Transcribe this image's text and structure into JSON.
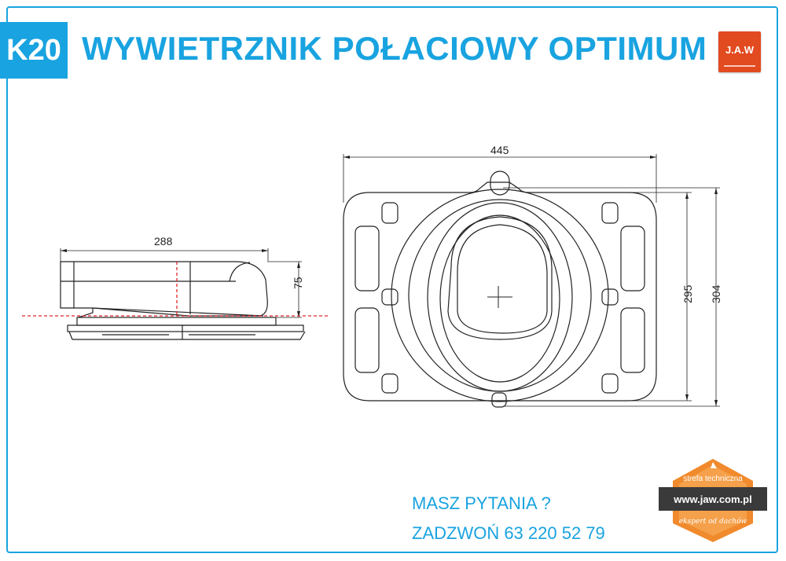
{
  "header": {
    "code": "K20",
    "title": "WYWIETRZNIK POŁACIOWY OPTIMUM",
    "logo_text": "J.A.W"
  },
  "dimensions": {
    "side_width": "288",
    "side_height": "75",
    "top_width": "445",
    "top_inner_height": "295",
    "top_outer_height": "304"
  },
  "contact": {
    "question": "MASZ PYTANIA ?",
    "phone": "ZADZWOŃ 63 220 52 79"
  },
  "badge": {
    "zone": "strefa techniczna",
    "url": "www.jaw.com.pl",
    "slogan": "ekspert od dachów"
  },
  "colors": {
    "accent": "#19a3e0",
    "logo": "#e24a1f",
    "badge_orange": "#f08a2c",
    "badge_dark": "#3a3a3a",
    "cut_line": "#e0252b"
  }
}
